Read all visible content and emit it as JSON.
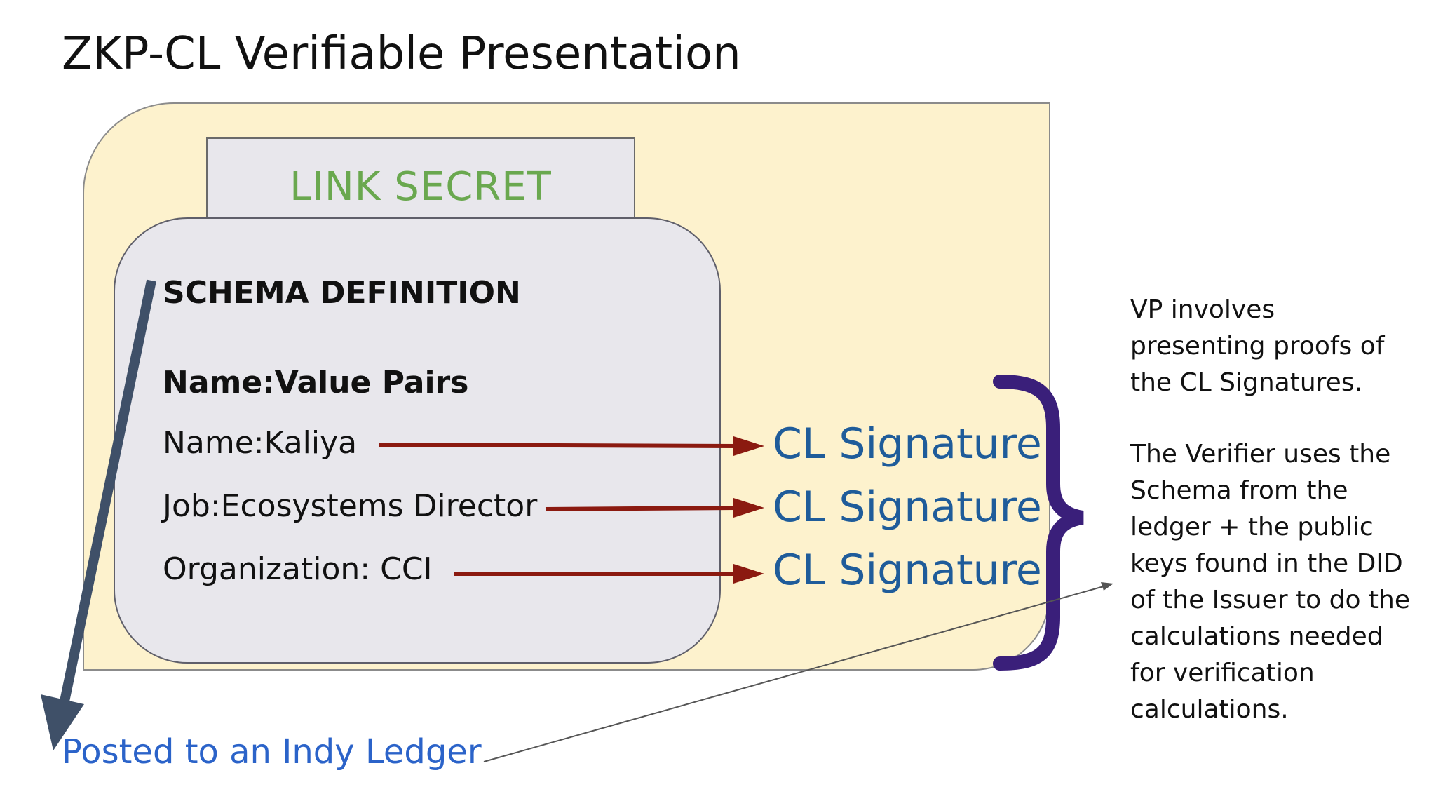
{
  "title": "ZKP-CL Verifiable Presentation",
  "link_secret": "LINK SECRET",
  "schema": {
    "title": "SCHEMA DEFINITION",
    "pairs_label": "Name:Value Pairs",
    "attributes": [
      "Name:Kaliya",
      "Job:Ecosystems Director",
      "Organization: CCI"
    ]
  },
  "signatures": [
    "CL Signature",
    "CL Signature",
    "CL Signature"
  ],
  "side_text": {
    "para1": [
      "VP involves",
      "presenting proofs of",
      "the CL Signatures."
    ],
    "para2": [
      "The Verifier uses the",
      "Schema from the",
      "ledger + the public",
      "keys found in the DID",
      "of the Issuer to do the",
      "calculations needed",
      "for verification",
      "calculations."
    ]
  },
  "ledger": "Posted to an Indy Ledger",
  "colors": {
    "outer_fill": "#fdf2cd",
    "inner_fill": "#e8e7ec",
    "link_secret": "#6aa84f",
    "signature": "#1f5c9a",
    "arrow": "#8b1a10",
    "brace": "#3a1f7a",
    "ledger_arrow": "#3f5068",
    "ledger_text": "#2b63c9"
  }
}
